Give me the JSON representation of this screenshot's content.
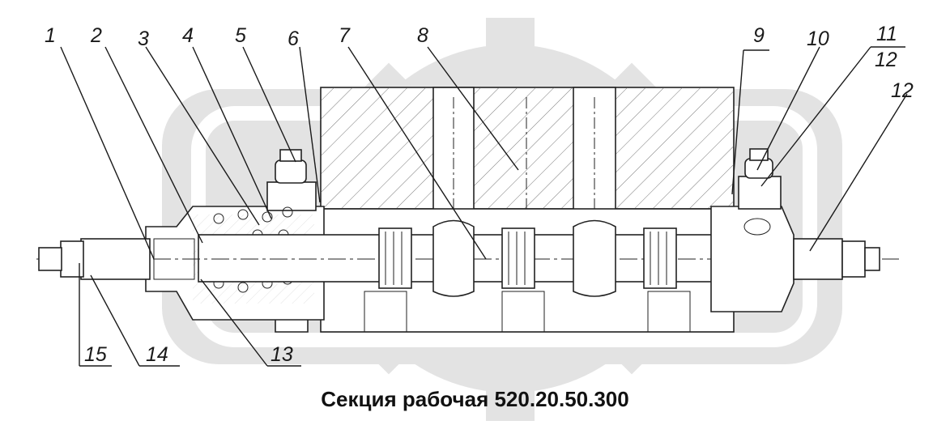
{
  "caption": "Секция рабочая 520.20.50.300",
  "callouts": {
    "c1": "1",
    "c2": "2",
    "c3": "3",
    "c4": "4",
    "c5": "5",
    "c6": "6",
    "c7": "7",
    "c8": "8",
    "c9": "9",
    "c10": "10",
    "c11": "11",
    "c12a": "12",
    "c12b": "12",
    "c13": "13",
    "c14": "14",
    "c15": "15"
  },
  "colors": {
    "watermark": "#e3e3e3",
    "line": "#222222",
    "text": "#1a1a1a"
  }
}
